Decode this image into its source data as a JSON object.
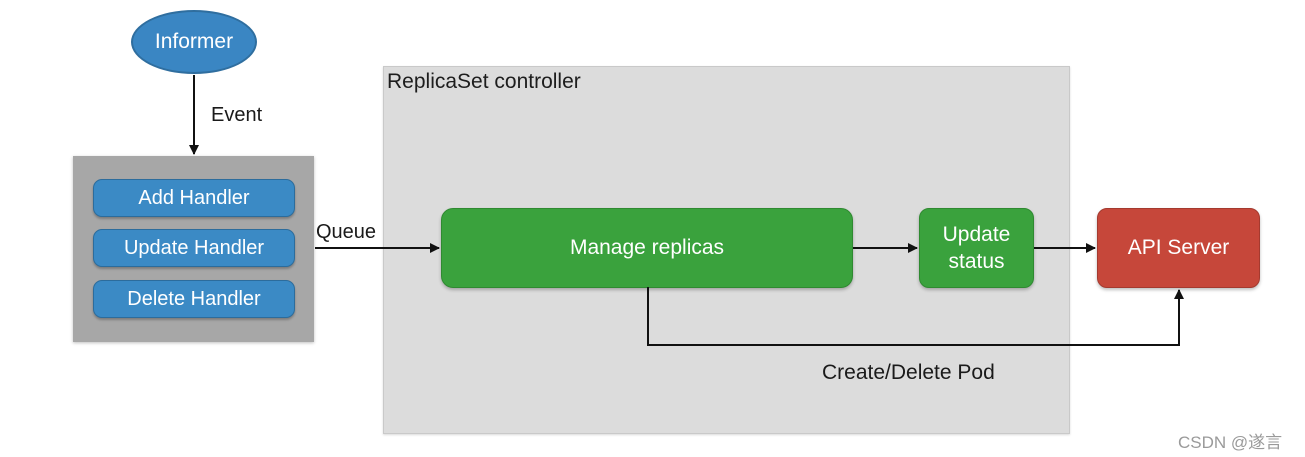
{
  "controller": {
    "title": "ReplicaSet controller"
  },
  "informer": {
    "label": "Informer"
  },
  "event": {
    "label": "Event"
  },
  "handlers": {
    "add": "Add Handler",
    "update": "Update Handler",
    "delete": "Delete Handler"
  },
  "queue": {
    "label": "Queue"
  },
  "manage": {
    "label": "Manage replicas"
  },
  "status": {
    "label": "Update\nstatus"
  },
  "api": {
    "label": "API Server"
  },
  "pod": {
    "label": "Create/Delete Pod"
  },
  "watermark": {
    "text": "CSDN @遂言"
  },
  "colors": {
    "blue": "#3b8ac5",
    "green": "#3aa23d",
    "red": "#c6473a",
    "panel_gray": "#a7a7a7",
    "region_gray": "#dcdcdc"
  }
}
